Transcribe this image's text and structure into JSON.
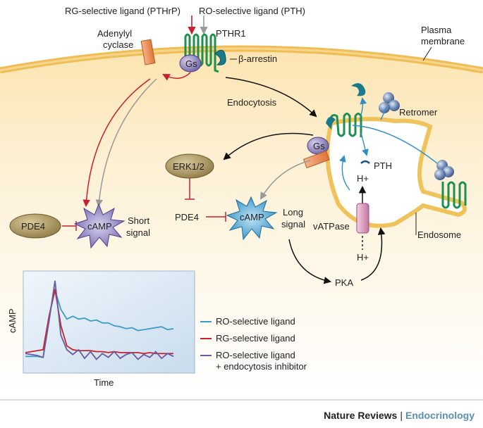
{
  "labels": {
    "rg_ligand": "RG-selective ligand (PTHrP)",
    "ro_ligand": "RO-selective ligand (PTH)",
    "pthr1": "PTHR1",
    "adenylyl_cyclase_1": "Adenylyl",
    "adenylyl_cyclase_2": "cyclase",
    "plasma_membrane_1": "Plasma",
    "plasma_membrane_2": "membrane",
    "gs": "Gs",
    "beta_arrestin": "β-arrestin",
    "endocytosis": "Endocytosis",
    "retromer": "Retromer",
    "erk": "ERK1/2",
    "pth": "PTH",
    "h_plus_top": "H+",
    "h_plus_bottom": "H+",
    "pde4_left": "PDE4",
    "pde4_mid": "PDE4",
    "camp_left": "cAMP",
    "camp_mid": "cAMP",
    "short_signal_1": "Short",
    "short_signal_2": "signal",
    "long_signal_1": "Long",
    "long_signal_2": "signal",
    "vatpase": "vATPase",
    "endosome": "Endosome",
    "pka": "PKA"
  },
  "chart_data": {
    "type": "line",
    "xlabel": "Time",
    "ylabel": "cAMP",
    "series": [
      {
        "name": "RO-selective ligand",
        "color": "#3a9cc9",
        "x": [
          0,
          4,
          8,
          12,
          16,
          20,
          24,
          28,
          32,
          36,
          40,
          44,
          48,
          52,
          56,
          60,
          64,
          68,
          72,
          76,
          80,
          84,
          88,
          92,
          96,
          100
        ],
        "y": [
          0.13,
          0.13,
          0.13,
          0.12,
          0.55,
          0.82,
          0.62,
          0.52,
          0.55,
          0.52,
          0.53,
          0.5,
          0.51,
          0.48,
          0.48,
          0.45,
          0.44,
          0.42,
          0.43,
          0.4,
          0.41,
          0.42,
          0.43,
          0.44,
          0.41,
          0.42
        ]
      },
      {
        "name": "RG-selective ligand",
        "color": "#c8202f",
        "x": [
          0,
          4,
          8,
          12,
          16,
          20,
          24,
          28,
          32,
          36,
          40,
          44,
          48,
          52,
          56,
          60,
          64,
          68,
          72,
          76,
          80,
          84,
          88,
          92,
          96,
          100
        ],
        "y": [
          0.17,
          0.18,
          0.19,
          0.2,
          0.55,
          0.83,
          0.45,
          0.24,
          0.2,
          0.19,
          0.19,
          0.19,
          0.18,
          0.18,
          0.17,
          0.18,
          0.17,
          0.17,
          0.17,
          0.17,
          0.16,
          0.17,
          0.16,
          0.16,
          0.16,
          0.16
        ]
      },
      {
        "name": "RO-selective ligand + endocytosis inhibitor",
        "color": "#6b5a9e",
        "x": [
          0,
          4,
          8,
          12,
          16,
          20,
          24,
          28,
          32,
          36,
          40,
          44,
          48,
          52,
          56,
          60,
          64,
          68,
          72,
          76,
          80,
          84,
          88,
          92,
          96,
          100
        ],
        "y": [
          0.16,
          0.15,
          0.14,
          0.12,
          0.5,
          0.92,
          0.35,
          0.2,
          0.15,
          0.2,
          0.11,
          0.18,
          0.1,
          0.16,
          0.12,
          0.18,
          0.11,
          0.15,
          0.17,
          0.1,
          0.15,
          0.12,
          0.18,
          0.11,
          0.16,
          0.13
        ]
      }
    ],
    "ylim": [
      0,
      1
    ],
    "xlim": [
      0,
      100
    ]
  },
  "legend": [
    {
      "text": "RO-selective ligand",
      "color": "#3a9cc9"
    },
    {
      "text": "RG-selective ligand",
      "color": "#c8202f"
    },
    {
      "text": "RO-selective ligand",
      "text2": "+ endocytosis inhibitor",
      "color": "#6b5a9e"
    }
  ],
  "credit": {
    "publisher": "Nature Reviews",
    "separator": "|",
    "journal": "Endocrinology"
  },
  "colors": {
    "cell": "#fbe6b5",
    "membrane": "#f2c25a",
    "receptor": "#1f8f4e",
    "red": "#c8202f",
    "grey": "#999999",
    "blue": "#2f8fc4"
  }
}
